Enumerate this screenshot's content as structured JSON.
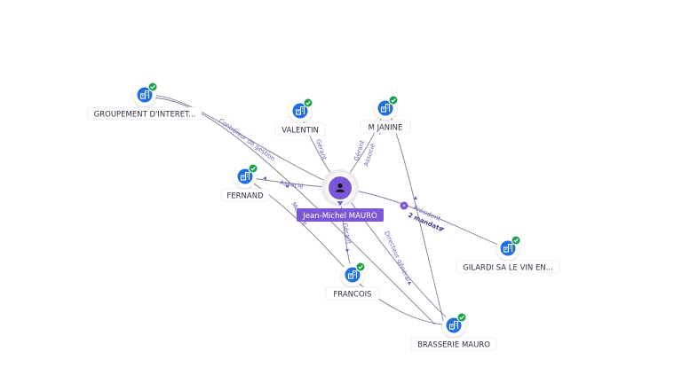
{
  "center": {
    "name": "Jean-Michel MAURO",
    "icon": "person-icon",
    "color": "#7b57d8"
  },
  "colors": {
    "company_icon": "#1f6fe0",
    "check_badge": "#1aa34a",
    "edge": "#7b7f96",
    "edge_label": "#6a5fb8"
  },
  "nodes": [
    {
      "id": "groupement",
      "name": "GROUPEMENT D'INTERET...",
      "icon": "company-icon",
      "verified": true
    },
    {
      "id": "valentin",
      "name": "VALENTIN",
      "icon": "company-icon",
      "verified": true
    },
    {
      "id": "mjanine",
      "name": "M JANINE",
      "icon": "company-icon",
      "verified": true
    },
    {
      "id": "fernand",
      "name": "FERNAND",
      "icon": "company-icon",
      "verified": true
    },
    {
      "id": "gilardi",
      "name": "GILARDI SA LE VIN EN...",
      "icon": "company-icon",
      "verified": true
    },
    {
      "id": "francois",
      "name": "FRANCOIS",
      "icon": "company-icon",
      "verified": true
    },
    {
      "id": "brasserie",
      "name": "BRASSERIE MAURO",
      "icon": "company-icon",
      "verified": true
    }
  ],
  "edges": [
    {
      "id": "e-groupement",
      "label": "Contrôleur de gestion"
    },
    {
      "id": "e-valentin",
      "label": "Gérant"
    },
    {
      "id": "e-mjanine-1",
      "label": "Gérant"
    },
    {
      "id": "e-mjanine-2",
      "label": "Associé"
    },
    {
      "id": "e-fernand",
      "label": "Associé"
    },
    {
      "id": "e-francois-1",
      "label": "Membre"
    },
    {
      "id": "e-francois-2",
      "label": "Gérant"
    },
    {
      "id": "e-brasserie",
      "label": "Directeur général"
    },
    {
      "id": "e-gilardi",
      "label": "Président",
      "sublabel": "2 mandats"
    }
  ]
}
